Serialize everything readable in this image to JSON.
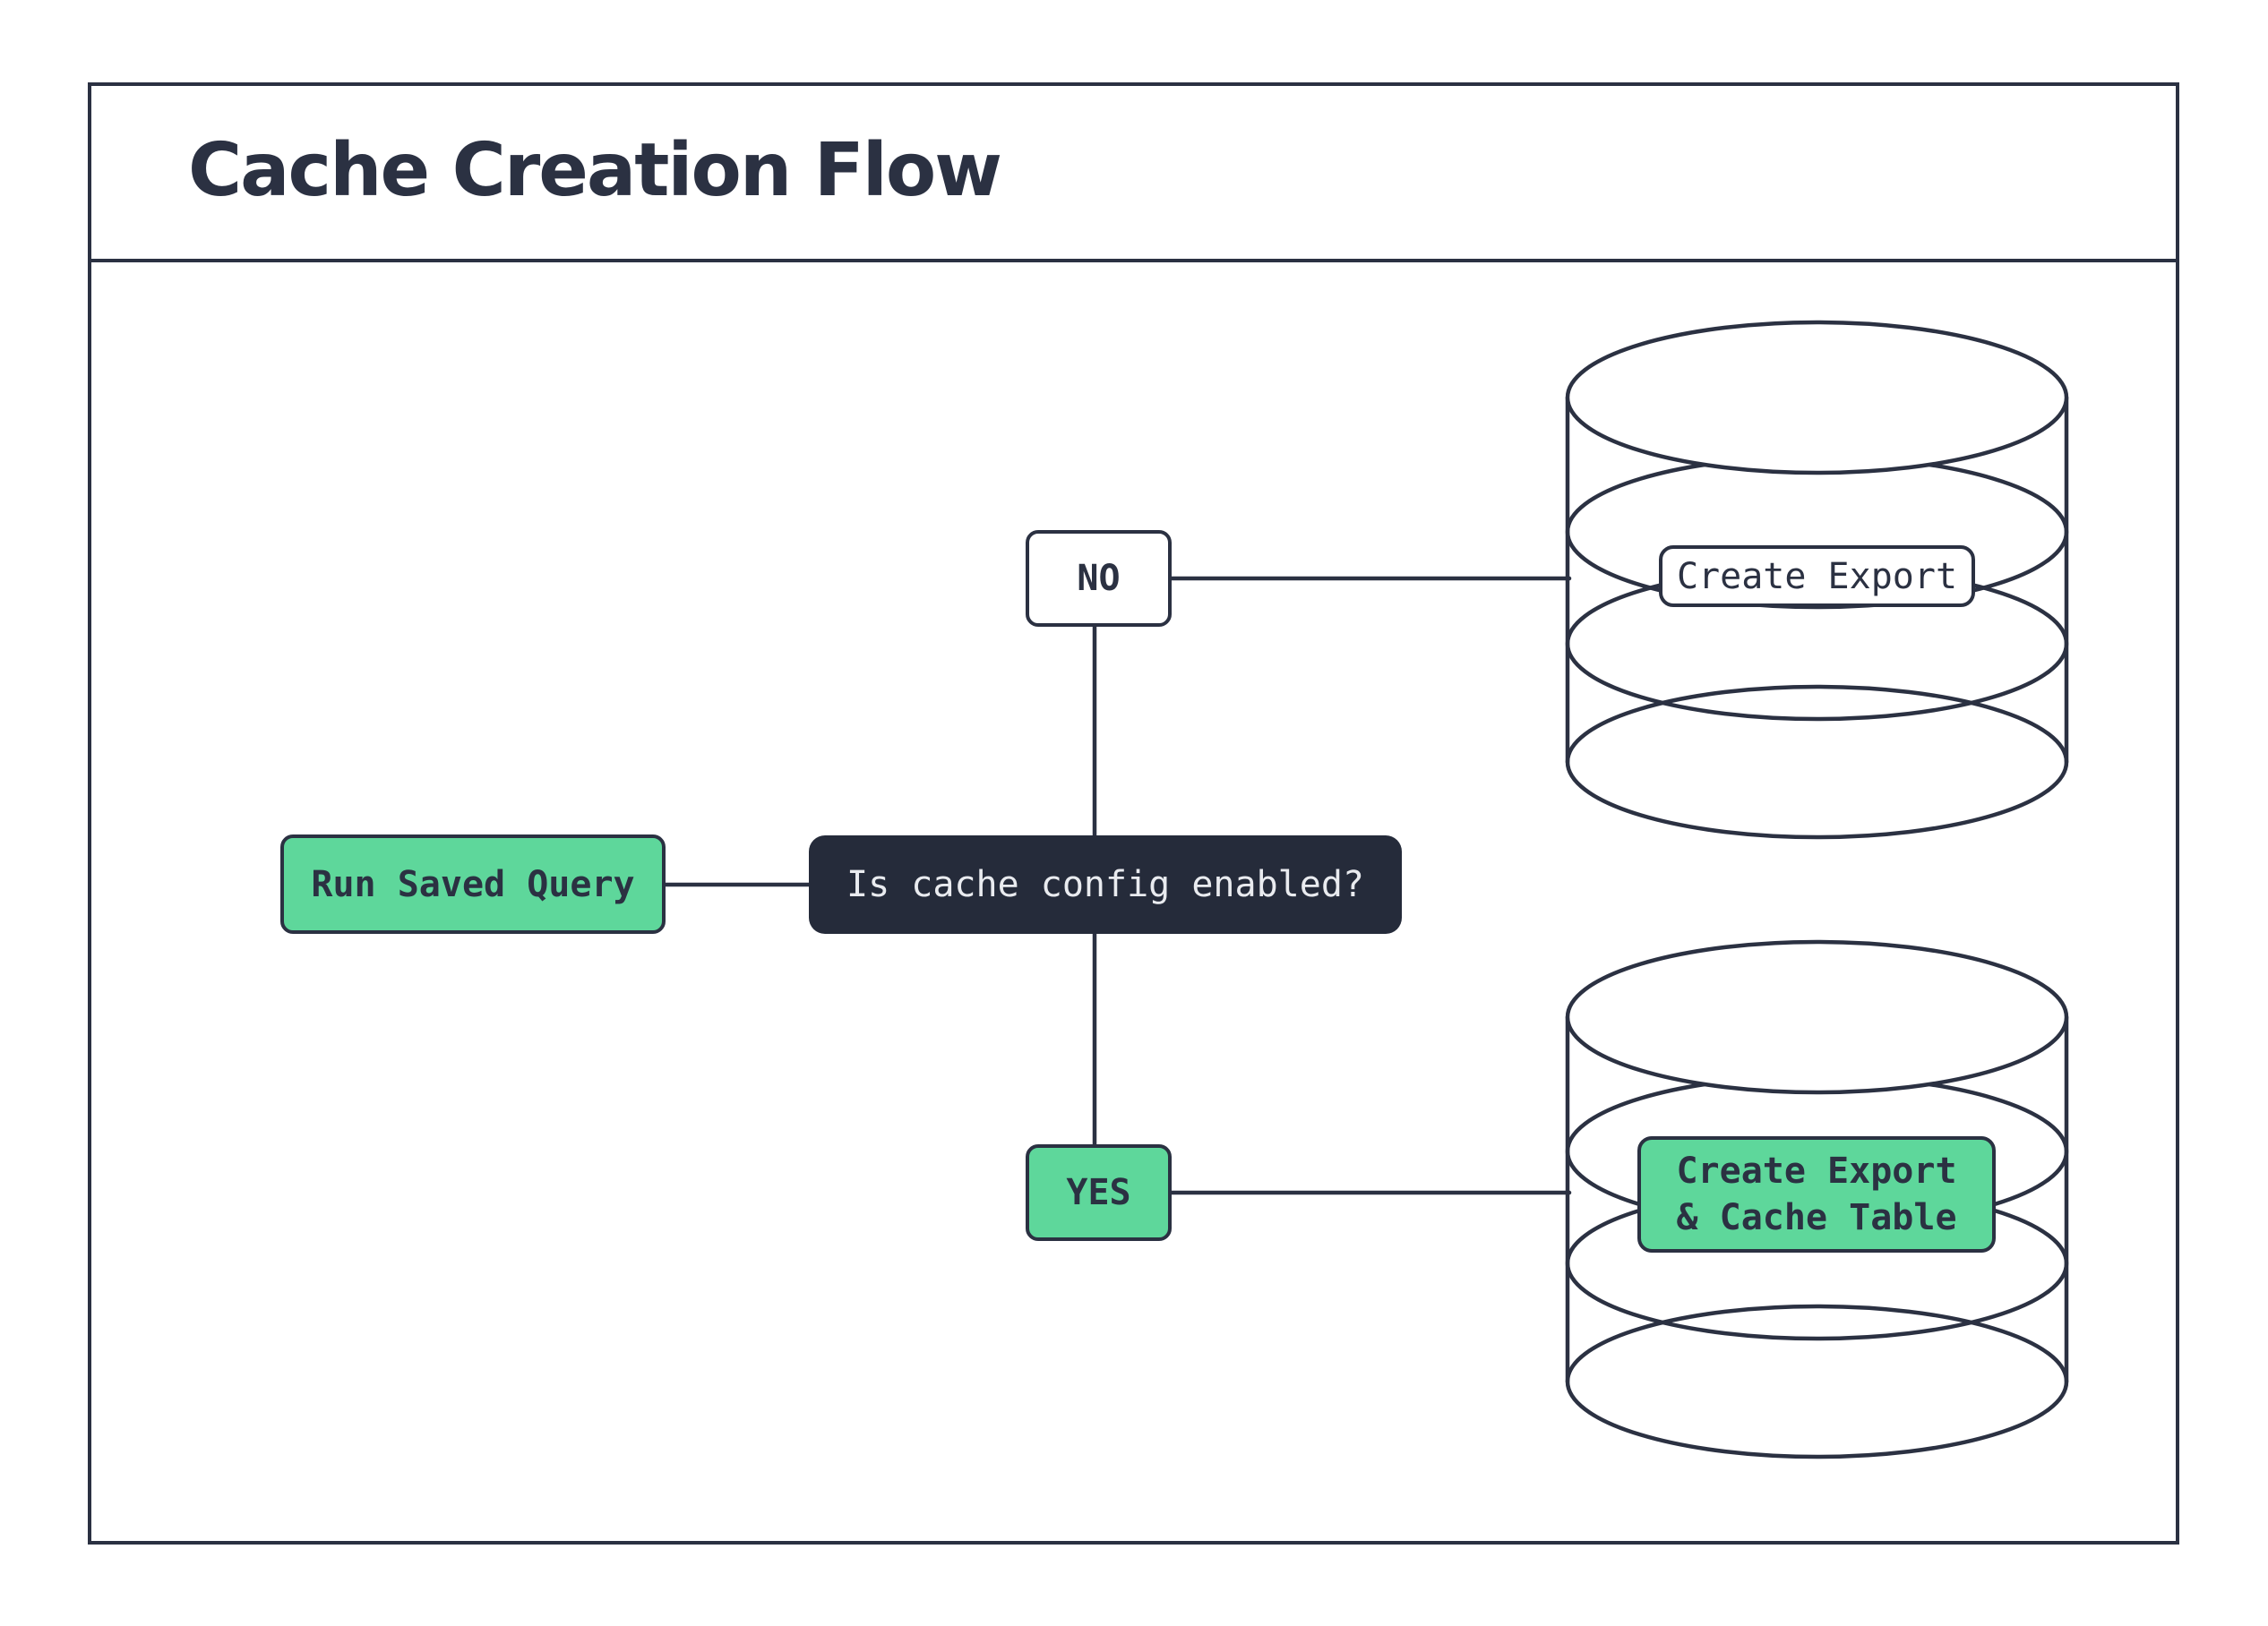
{
  "diagram": {
    "title": "Cache Creation Flow",
    "nodes": {
      "start": {
        "label": "Run Saved Query"
      },
      "question": {
        "label": "Is cache config enabled?"
      },
      "no": {
        "label": "NO"
      },
      "yes": {
        "label": "YES"
      },
      "no_result": {
        "label": "Create Export"
      },
      "yes_result": {
        "line1": "Create Export",
        "line2": "& Cache Table"
      }
    },
    "icons": {
      "no_branch_target": "database-icon",
      "yes_branch_target": "database-icon"
    },
    "colors": {
      "ink": "#2b3142",
      "green": "#5ed79b",
      "dark_bg": "#252b3a",
      "light_text": "#e9ebef",
      "white": "#ffffff"
    }
  }
}
